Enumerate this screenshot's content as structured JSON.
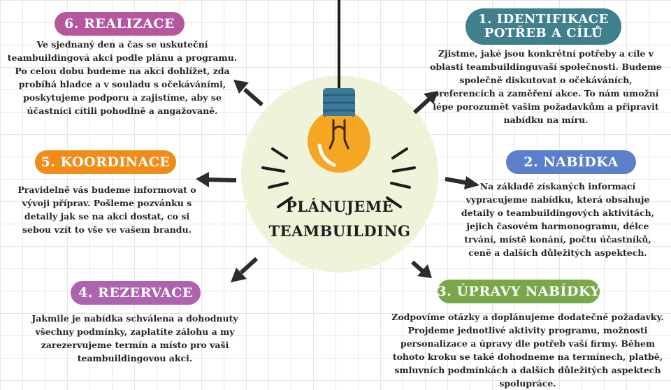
{
  "center": {
    "line1": "PLÁNUJEME",
    "line2": "TEAMBUILDING"
  },
  "steps": [
    {
      "title_line1": "1. IDENTIFIKACE",
      "title_line2": "POTŘEB A CÍLŮ",
      "description": "Zjistme, jaké jsou konkrétní potřeby a cíle v oblasti teambuildinguvaší společnosti. Budeme společně diskutovat o očekáváních, preferencích a zaměření akce. To nám umožní lépe porozumět vašim požadavkům a připravit nabídku na míru.",
      "color": "#3f808c"
    },
    {
      "title": "2. NABÍDKA",
      "description": "Na základě získaných informací vypracujeme nabídku, která obsahuje detaily o teambuildingových aktivitách, jejich časovém harmonogramu, délce trvání, místě konání, počtu účastníků, ceně a dalších důležitých aspektech.",
      "color": "#5b7fc9"
    },
    {
      "title": "3. ÚPRAVY NABÍDKY",
      "description": "Zodpovíme otázky a doplánujeme dodatečné požadavky. Projdeme jednotlivé aktivity programu, možnosti personalizace a úpravy dle potřeb vaší firmy. Během tohoto kroku se také dohodneme na termínech, platbě, smluvních podmínkách a dalších důležitých aspektech spolupráce.",
      "color": "#79a84c"
    },
    {
      "title": "4. REZERVACE",
      "description": "Jakmile je nabídka schválena a dohodnuty všechny podmínky, zaplatíte zálohu a my zarezervujeme termín a místo pro vaši teambuildingovou akci.",
      "color": "#ad63b0"
    },
    {
      "title": "5. KOORDINACE",
      "description": "Pravidelně vás budeme informovat o vývoji příprav. Pošleme pozvánku s detaily jak se na akci dostat, co si sebou vzít to vše ve vašem brandu.",
      "color": "#f08c1a"
    },
    {
      "title": "6. REALIZACE",
      "description": "Ve sjednaný den a čas se uskuteční teambuildingová akci podle plánu a programu. Po celou dobu budeme na akci dohlížet, zda probíhá hladce a v souladu s očekáváními, poskytujeme podporu a zajistíme, aby se účastníci cítili pohodlně a angažovaně.",
      "color": "#b6569f"
    }
  ],
  "icons": {
    "bulb": "light-bulb-icon",
    "arrow": "arrow-icon"
  }
}
